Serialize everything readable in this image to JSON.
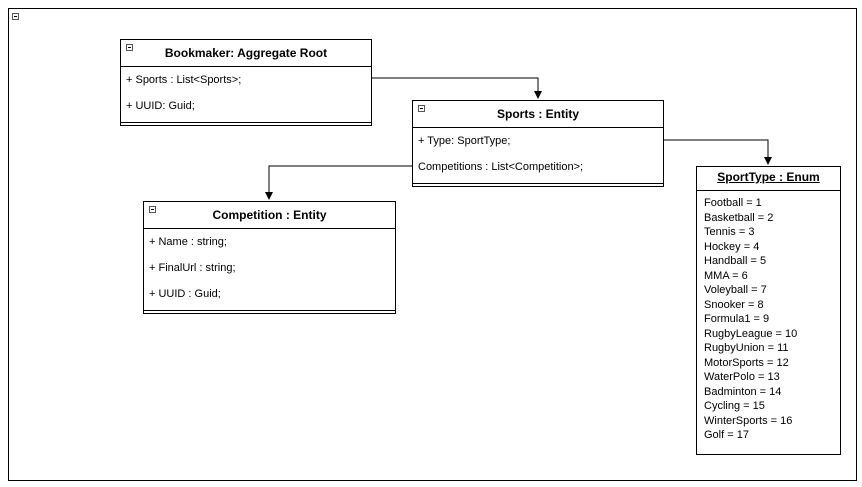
{
  "bookmaker": {
    "title": "Bookmaker: Aggregate Root",
    "attributes": [
      "+ Sports : List<Sports>;",
      "+ UUID: Guid;"
    ]
  },
  "sports": {
    "title": "Sports : Entity",
    "attributes": [
      "+ Type: SportType;",
      "Competitions : List<Competition>;"
    ]
  },
  "competition": {
    "title": "Competition : Entity",
    "attributes": [
      "+ Name : string;",
      "+ FinalUrl : string;",
      "+ UUID : Guid;"
    ]
  },
  "sport_type": {
    "title": "SportType : Enum",
    "literals": [
      "Football = 1",
      "Basketball = 2",
      "Tennis = 3",
      "Hockey = 4",
      "Handball = 5",
      "MMA = 6",
      "Voleyball = 7",
      "Snooker = 8",
      "Formula1 = 9",
      "RugbyLeague = 10",
      "RugbyUnion = 11",
      "MotorSports = 12",
      "WaterPolo = 13",
      "Badminton = 14",
      "Cycling = 15",
      "WinterSports = 16",
      "Golf = 17"
    ]
  },
  "colors": {
    "line": "#000000",
    "background": "#ffffff"
  },
  "icons": {
    "collapse": "collapse-icon"
  }
}
